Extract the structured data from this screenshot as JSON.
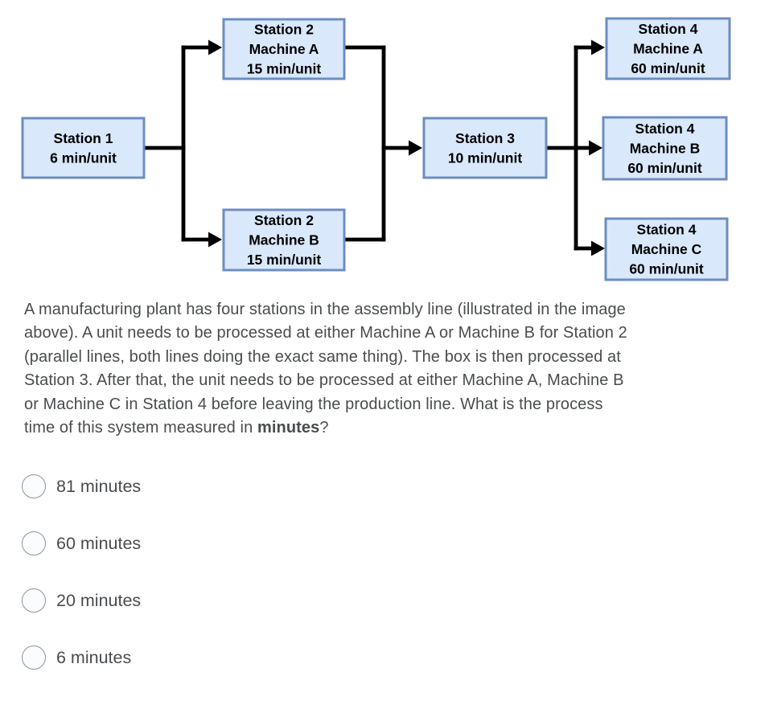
{
  "diagram": {
    "title": "assembly-line-flow",
    "colors": {
      "node_fill": "#dae8fc",
      "node_border": "#6c8ebf",
      "line": "#000000",
      "node_text": "#000000"
    },
    "nodes": [
      {
        "id": "s1",
        "lines": [
          "Station 1",
          "6 min/unit"
        ]
      },
      {
        "id": "s2a",
        "lines": [
          "Station 2",
          "Machine A",
          "15 min/unit"
        ]
      },
      {
        "id": "s2b",
        "lines": [
          "Station 2",
          "Machine B",
          "15 min/unit"
        ]
      },
      {
        "id": "s3",
        "lines": [
          "Station 3",
          "10 min/unit"
        ]
      },
      {
        "id": "s4a",
        "lines": [
          "Station 4",
          "Machine A",
          "60 min/unit"
        ]
      },
      {
        "id": "s4b",
        "lines": [
          "Station 4",
          "Machine B",
          "60 min/unit"
        ]
      },
      {
        "id": "s4c",
        "lines": [
          "Station 4",
          "Machine C",
          "60 min/unit"
        ]
      }
    ]
  },
  "question": {
    "lines": [
      "A manufacturing plant has four stations in the assembly line (illustrated in the image",
      "above). A unit needs to be processed at either Machine A or Machine B for Station 2",
      "(parallel lines, both lines doing the exact same thing). The box is then processed at",
      "Station 3. After that, the unit needs to be processed at either Machine A, Machine B",
      "or Machine C in Station 4 before leaving the production line. What is the process"
    ],
    "tail": {
      "prefix": "time of this system measured in ",
      "bold": "minutes",
      "suffix": "?"
    }
  },
  "options": [
    {
      "label": "81 minutes"
    },
    {
      "label": "60 minutes"
    },
    {
      "label": "20 minutes"
    },
    {
      "label": "6 minutes"
    }
  ],
  "colors": {
    "text": "#494c4e",
    "radio_border": "#8d939c",
    "radio_fill": "#fafcfe",
    "background": "#ffffff"
  }
}
